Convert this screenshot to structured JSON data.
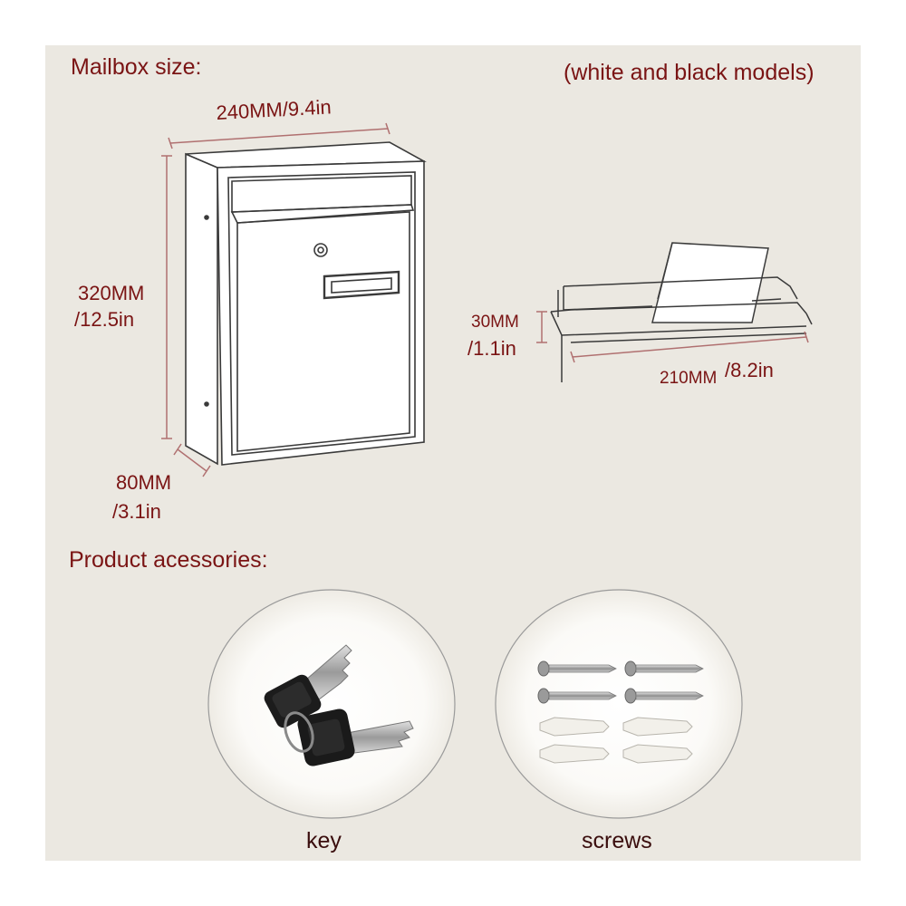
{
  "headings": {
    "mailbox_size": "Mailbox size:",
    "models": "(white and black models)",
    "accessories": "Product acessories:"
  },
  "dimensions": {
    "width": "240MM/9.4in",
    "height_mm": "320MM",
    "height_in": "/12.5in",
    "depth_mm": "80MM",
    "depth_in": "/3.1in",
    "slot_height_mm": "30MM",
    "slot_height_in": "/1.1in",
    "slot_width_mm": "210MM",
    "slot_width_in": "/8.2in"
  },
  "accessories": {
    "key_label": "key",
    "screws_label": "screws"
  },
  "colors": {
    "background": "#ebe8e1",
    "label": "#7a1414",
    "dimension_line": "#b07070"
  }
}
